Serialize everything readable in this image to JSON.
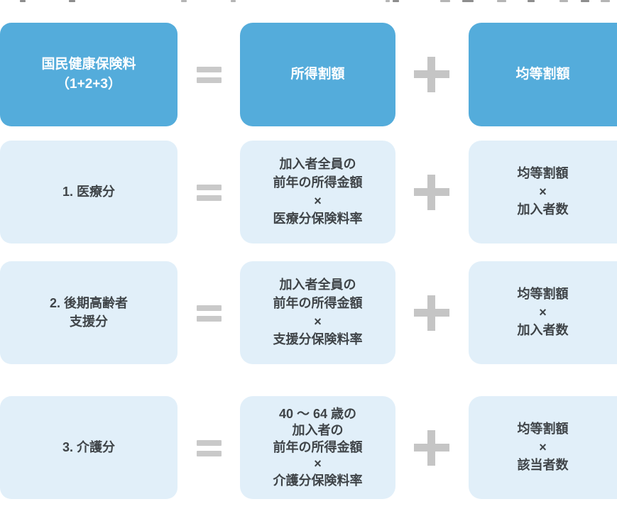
{
  "colors": {
    "primary_blue": "#54ACDB",
    "light_blue": "#E1EFF9",
    "operator_gray": "#C6C6C6",
    "dark_text": "#3F4448",
    "white_text": "#FFFFFF",
    "background": "#FFFFFF"
  },
  "formula": {
    "operators": {
      "equals": "=",
      "plus": "+",
      "multiply": "×"
    },
    "header": {
      "total": [
        "国民健康保険料",
        "（1+2+3）"
      ],
      "income_share": "所得割額",
      "equal_share": "均等割額"
    },
    "rows": [
      {
        "name": [
          "1. 医療分"
        ],
        "income": [
          "加入者全員の",
          "前年の所得金額",
          "×",
          "医療分保険料率"
        ],
        "capita": [
          "均等割額",
          "×",
          "加入者数"
        ]
      },
      {
        "name": [
          "2. 後期高齢者",
          "支援分"
        ],
        "income": [
          "加入者全員の",
          "前年の所得金額",
          "×",
          "支援分保険料率"
        ],
        "capita": [
          "均等割額",
          "×",
          "加入者数"
        ]
      },
      {
        "name": [
          "3. 介護分"
        ],
        "income": [
          "40 ～ 64 歳の",
          "加入者の",
          "前年の所得金額",
          "×",
          "介護分保険料率"
        ],
        "capita": [
          "均等割額",
          "×",
          "該当者数"
        ]
      }
    ]
  }
}
